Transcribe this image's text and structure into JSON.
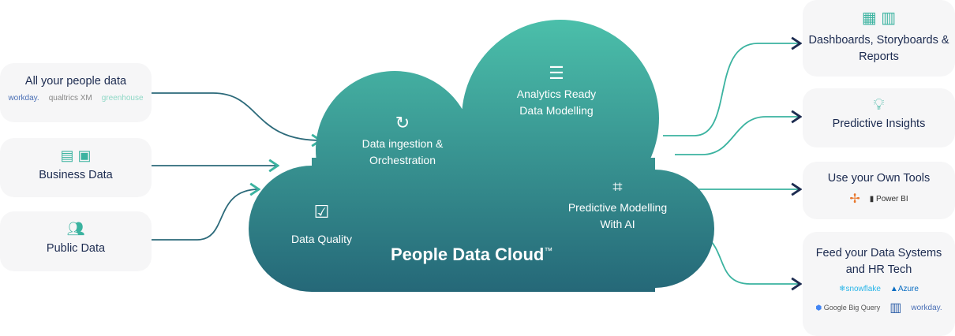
{
  "inputs": [
    {
      "label": "All your people data",
      "logos": [
        "workday.",
        "qualtrics XM",
        "greenhouse"
      ]
    },
    {
      "label": "Business Data",
      "icons": [
        "server-icon",
        "clipboard-icon"
      ]
    },
    {
      "label": "Public Data",
      "icons": [
        "people-icon"
      ]
    }
  ],
  "cloud": {
    "title": "People Data Cloud",
    "tm": "™",
    "steps": [
      {
        "label": "Data ingestion & Orchestration",
        "icon": "refresh-icon"
      },
      {
        "label": "Analytics Ready Data Modelling",
        "icon": "server-icon"
      },
      {
        "label": "Data Quality",
        "icon": "clipboard-check-icon"
      },
      {
        "label": "Predictive Modelling With AI",
        "icon": "chip-icon"
      }
    ]
  },
  "outputs": [
    {
      "label": "Dashboards, Storyboards & Reports",
      "icons": [
        "dashboard-icon",
        "chart-icon"
      ]
    },
    {
      "label": "Predictive Insights",
      "icons": [
        "lightbulb-icon"
      ]
    },
    {
      "label": "Use your Own Tools",
      "logos": [
        "Tableau",
        "Power BI"
      ]
    },
    {
      "label": "Feed your Data Systems and HR Tech",
      "logos": [
        "snowflake",
        "Azure",
        "Google",
        "Big Query",
        "Redshift",
        "workday."
      ]
    }
  ],
  "colors": {
    "teal_top": "#4bbfaa",
    "teal_bottom": "#256878",
    "navy": "#1c2b50",
    "icon_teal": "#3bb3a0"
  }
}
